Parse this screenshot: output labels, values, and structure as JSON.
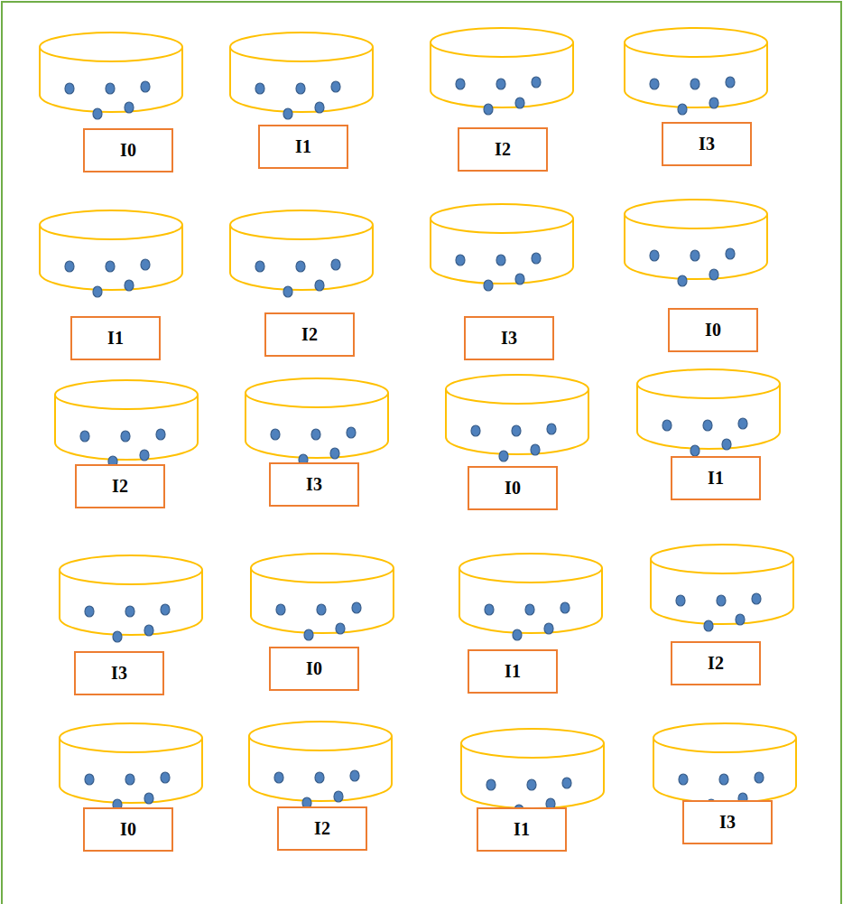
{
  "diagram": {
    "nodes": [
      {
        "text": [
          "I0"
        ]
      },
      {
        "text": [
          "I1"
        ]
      },
      {
        "text": [
          "I2"
        ]
      },
      {
        "text": [
          "I3"
        ]
      },
      {
        "text": [
          "I1"
        ]
      },
      {
        "text": [
          "I2"
        ]
      },
      {
        "text": [
          "I3"
        ]
      },
      {
        "text": [
          "I0"
        ]
      },
      {
        "text": [
          "I2"
        ]
      },
      {
        "text": [
          "I3"
        ]
      },
      {
        "text": [
          "I0"
        ]
      },
      {
        "text": [
          "I1"
        ]
      },
      {
        "text": [
          "I3"
        ]
      },
      {
        "text": [
          "I0"
        ]
      },
      {
        "text": [
          "I1"
        ]
      },
      {
        "text": [
          "I2"
        ]
      },
      {
        "text": [
          "I0"
        ]
      },
      {
        "text": [
          "I2"
        ]
      },
      {
        "text": [
          "I1"
        ]
      },
      {
        "text": [
          "I3"
        ]
      }
    ]
  }
}
